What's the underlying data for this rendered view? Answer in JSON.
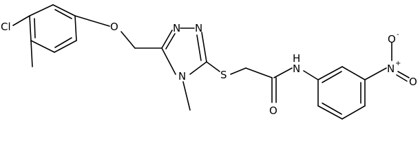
{
  "molecule": {
    "labels": {
      "cl": "Cl",
      "o_ether": "O",
      "n_triazole_1": "N",
      "n_triazole_2": "N",
      "n_methyl": "N",
      "s": "S",
      "nh": "N",
      "h": "H",
      "o_amide": "O",
      "n_nitro": "N",
      "o_nitro_1": "O",
      "o_nitro_2": "O"
    },
    "charges": {
      "n_nitro": "+",
      "o_nitro": "-"
    }
  }
}
